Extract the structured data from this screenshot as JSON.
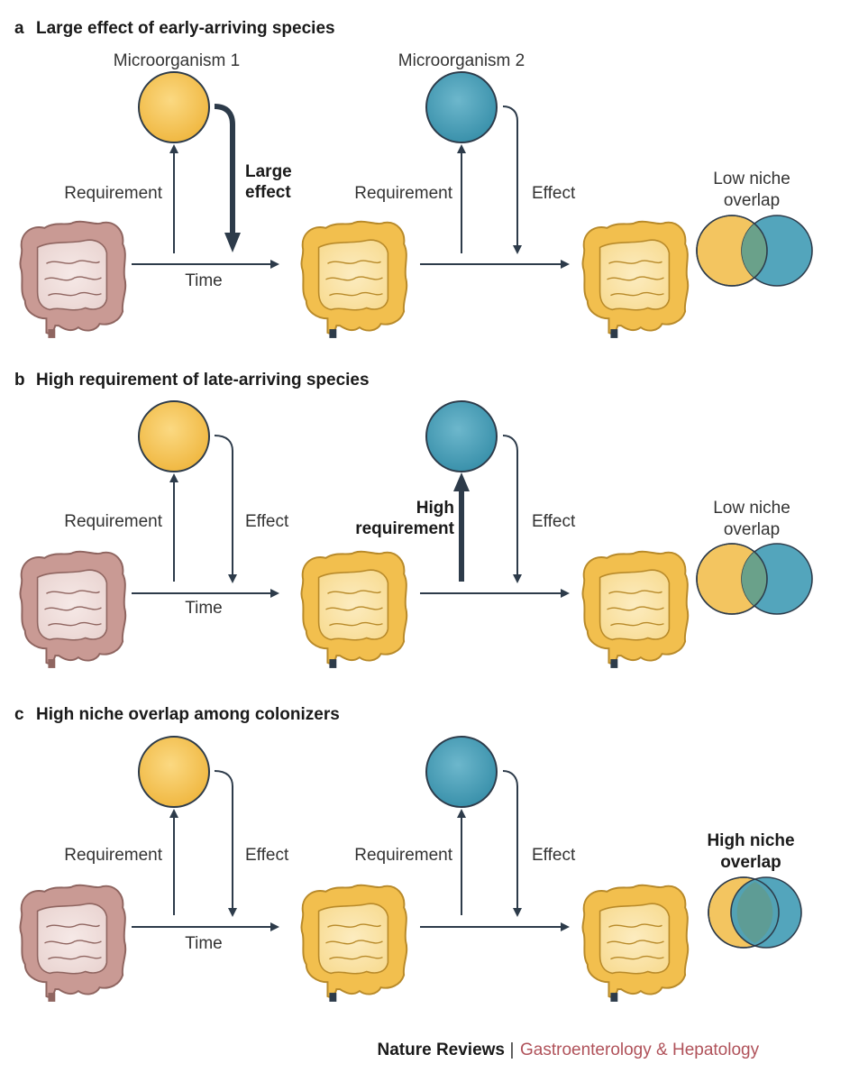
{
  "panels": [
    {
      "letter": "a",
      "title": "Large effect of early-arriving species",
      "microbe1_label": "Microorganism 1",
      "microbe2_label": "Microorganism 2",
      "req1": "Requirement",
      "effect1_line1": "Large",
      "effect1_line2": "effect",
      "req2_line1": "Requirement",
      "req2_line2": "",
      "effect2": "Effect",
      "time": "Time",
      "overlap_line1": "Low niche",
      "overlap_line2": "overlap",
      "overlap_level": "low",
      "bold_arrow": "effect1"
    },
    {
      "letter": "b",
      "title": "High requirement of late-arriving species",
      "microbe1_label": "",
      "microbe2_label": "",
      "req1": "Requirement",
      "effect1_line1": "Effect",
      "effect1_line2": "",
      "req2_line1": "High",
      "req2_line2": "requirement",
      "effect2": "Effect",
      "time": "Time",
      "overlap_line1": "Low niche",
      "overlap_line2": "overlap",
      "overlap_level": "low",
      "bold_arrow": "req2"
    },
    {
      "letter": "c",
      "title": "High niche overlap among colonizers",
      "microbe1_label": "",
      "microbe2_label": "",
      "req1": "Requirement",
      "effect1_line1": "Effect",
      "effect1_line2": "",
      "req2_line1": "Requirement",
      "req2_line2": "",
      "effect2": "Effect",
      "time": "Time",
      "overlap_line1": "High niche",
      "overlap_line2": "overlap",
      "overlap_level": "high",
      "bold_arrow": "none"
    }
  ],
  "footer": {
    "journal": "Nature Reviews",
    "separator": "|",
    "subtitle": "Gastroenterology & Hepatology"
  },
  "colors": {
    "microbe1": "#f2bf4e",
    "microbe2": "#3e98b2",
    "gut_initial": "#c99a94",
    "gut_colonized": "#f2bf4e",
    "arrow": "#2d3b4a",
    "footer_accent": "#b0525a"
  }
}
